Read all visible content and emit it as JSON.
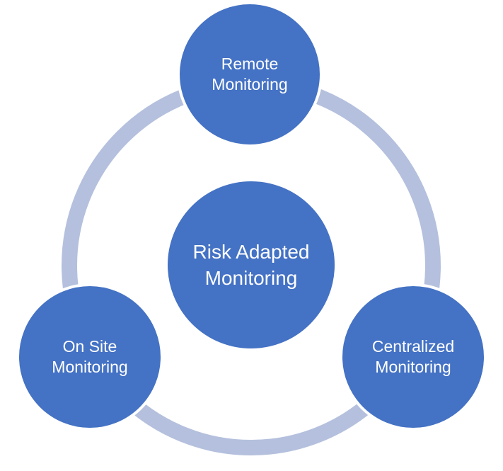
{
  "diagram": {
    "type": "cycle",
    "colors": {
      "node_fill": "#4472c4",
      "node_stroke": "#ffffff",
      "ring": "#b4c0dd"
    },
    "center": {
      "label": "Risk Adapted Monitoring"
    },
    "nodes": [
      {
        "id": "remote",
        "label": "Remote Monitoring"
      },
      {
        "id": "centralized",
        "label": "Centralized Monitoring"
      },
      {
        "id": "on_site",
        "label": "On Site Monitoring"
      }
    ]
  }
}
